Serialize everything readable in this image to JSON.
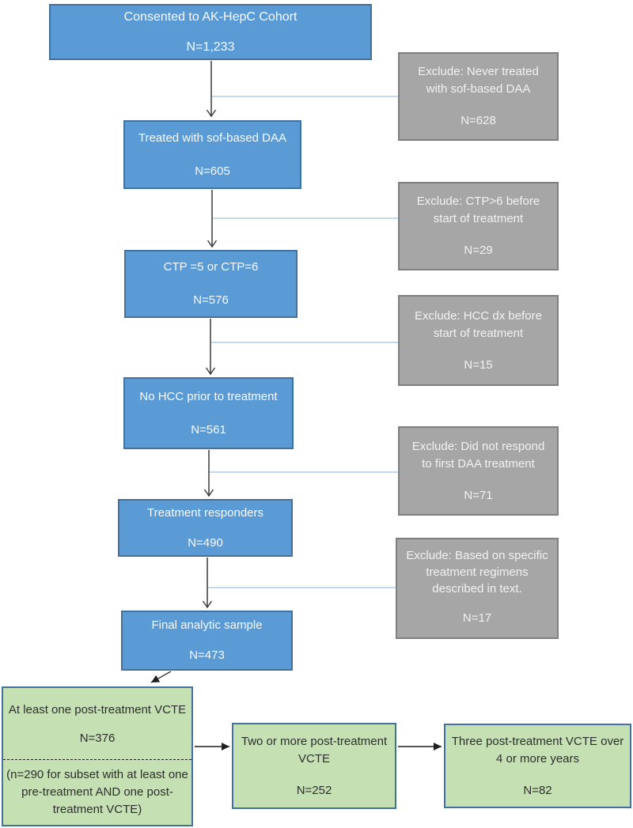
{
  "flow": {
    "main": [
      {
        "label": "Consented to AK-HepC Cohort",
        "n": "N=1,233"
      },
      {
        "label": "Treated with sof-based DAA",
        "n": "N=605"
      },
      {
        "label": "CTP =5 or CTP=6",
        "n": "N=576"
      },
      {
        "label": "No HCC prior to treatment",
        "n": "N=561"
      },
      {
        "label": "Treatment responders",
        "n": "N=490"
      },
      {
        "label": "Final analytic sample",
        "n": "N=473"
      }
    ],
    "excludes": [
      {
        "label": "Exclude: Never treated with sof-based DAA",
        "n": "N=628"
      },
      {
        "label": "Exclude: CTP>6 before start of treatment",
        "n": "N=29"
      },
      {
        "label": "Exclude: HCC dx before start of treatment",
        "n": "N=15"
      },
      {
        "label": "Exclude: Did not respond to first DAA treatment",
        "n": "N=71"
      },
      {
        "label": "Exclude:  Based on specific treatment regimens described in text.",
        "n": "N=17"
      }
    ],
    "outcomes": [
      {
        "label": "At least one post-treatment VCTE",
        "n": "N=376",
        "note": "(n=290 for subset with at least one pre-treatment AND one post-treatment VCTE)"
      },
      {
        "label": "Two or more post-treatment VCTE",
        "n": "N=252"
      },
      {
        "label": "Three post-treatment VCTE over 4 or more years",
        "n": "N=82"
      }
    ],
    "colors": {
      "main_fill": "#5b9bd5",
      "main_border": "#41719c",
      "exclude_fill": "#a6a6a6",
      "exclude_border": "#7f7f7f",
      "outcome_fill": "#c5e0b3",
      "outcome_border": "#41719c",
      "branch_line": "#9dc3e6",
      "arrow": "#3a3a3a"
    }
  }
}
